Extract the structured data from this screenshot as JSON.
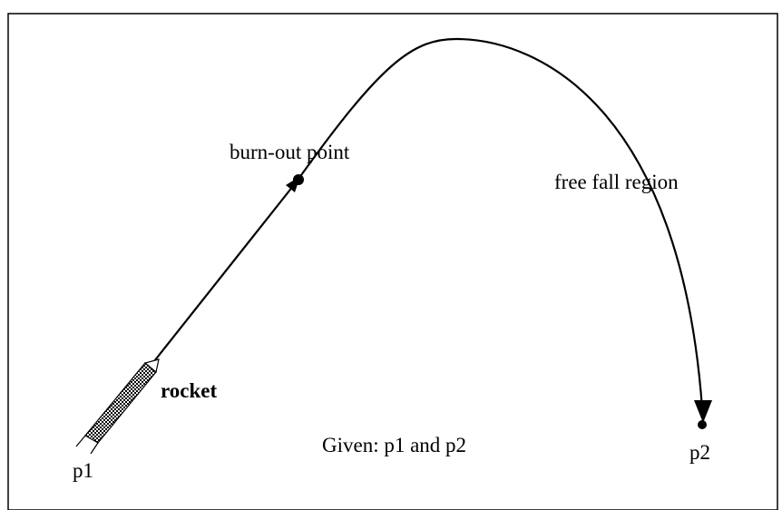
{
  "labels": {
    "burn_out_point": "burn-out point",
    "free_fall_region": "free fall region",
    "rocket": "rocket",
    "given": "Given: p1 and p2",
    "p1": "p1",
    "p2": "p2"
  },
  "colors": {
    "stroke": "#000000",
    "background": "#ffffff",
    "rocket_fill": "#b0b0b0"
  }
}
